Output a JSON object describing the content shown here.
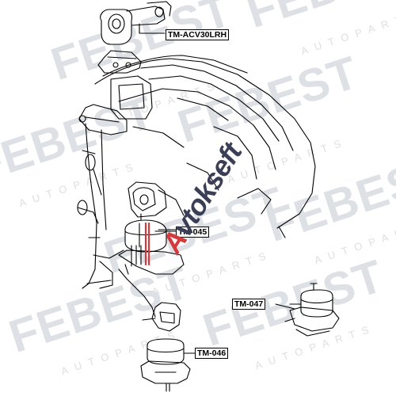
{
  "watermark": {
    "brand": "FEBEST",
    "sub": "AUTOPARTS"
  },
  "overlay_logo": {
    "first": "A",
    "rest": "vtokseft"
  },
  "callouts": [
    {
      "key": "acv30",
      "label": "TM-ACV30LRH"
    },
    {
      "key": "tm045",
      "label": "TM-045"
    },
    {
      "key": "tm047",
      "label": "TM-047"
    },
    {
      "key": "tm046",
      "label": "TM-046"
    }
  ],
  "colors": {
    "line": "#000000",
    "watermark": "#dde0e4",
    "logo": "#3a3f57",
    "logo_accent": "#d5393c"
  }
}
